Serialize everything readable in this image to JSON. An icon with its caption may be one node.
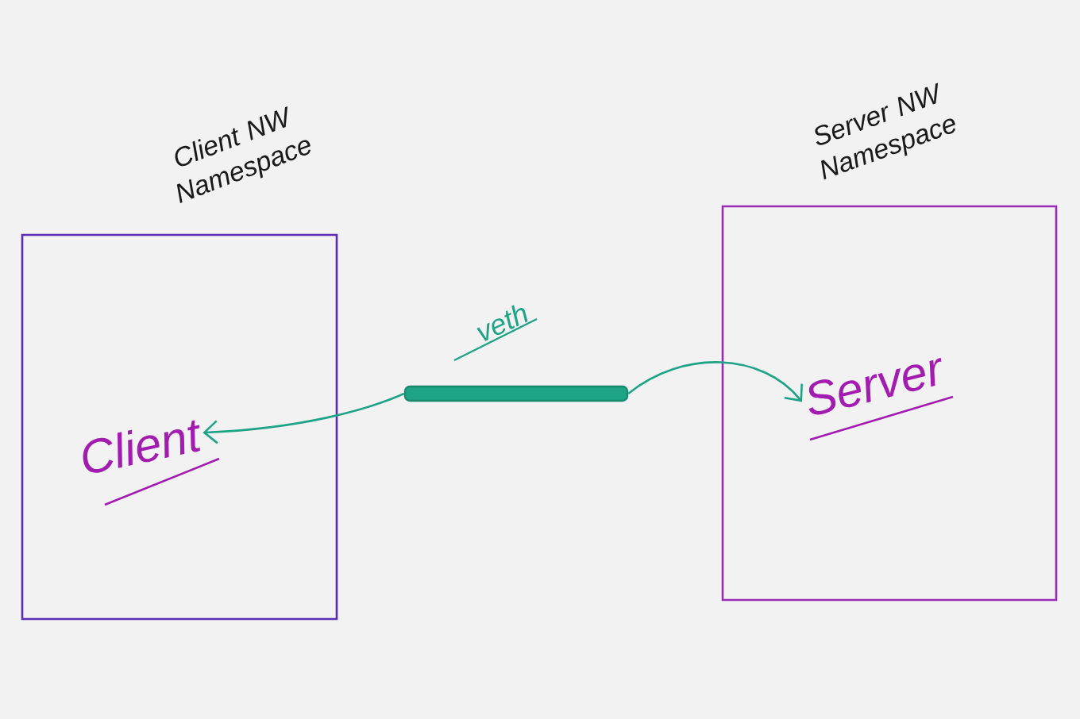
{
  "diagram": {
    "nodes": [
      {
        "text": [
          "Client NW Namespace"
        ]
      },
      {
        "text": [
          "Client"
        ],
        "in": 0
      },
      {
        "text": [
          "Server NW Namespace"
        ]
      },
      {
        "text": [
          "Server"
        ],
        "in": 2
      },
      {
        "text": [
          "veth"
        ]
      }
    ],
    "edges": [
      {
        "from": 4,
        "to": 1,
        "arrow": "to"
      },
      {
        "from": 4,
        "to": 3,
        "arrow": "to"
      }
    ]
  }
}
